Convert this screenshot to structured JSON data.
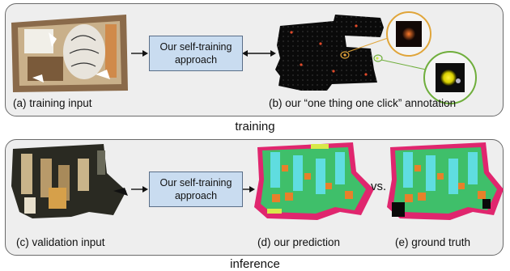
{
  "training": {
    "section_label": "training",
    "box_line1": "Our self-training",
    "box_line2": "approach",
    "caption_a": "(a) training input",
    "caption_b": "(b) our “one thing one click” annotation"
  },
  "inference": {
    "section_label": "inference",
    "box_line1": "Our self-training",
    "box_line2": "approach",
    "vs_label": "vs.",
    "caption_c": "(c) validation input",
    "caption_d": "(d) our prediction",
    "caption_e": "(e) ground truth"
  },
  "colors": {
    "panel_bg": "#eeeeee",
    "box_fill": "#c9dcf0",
    "zoom_ring_1": "#e0a53a",
    "zoom_ring_2": "#6fae3c",
    "seg_green": "#3fbf6a",
    "seg_cyan": "#5fdde0",
    "seg_orange": "#e8802a",
    "seg_magenta": "#e0266e"
  }
}
